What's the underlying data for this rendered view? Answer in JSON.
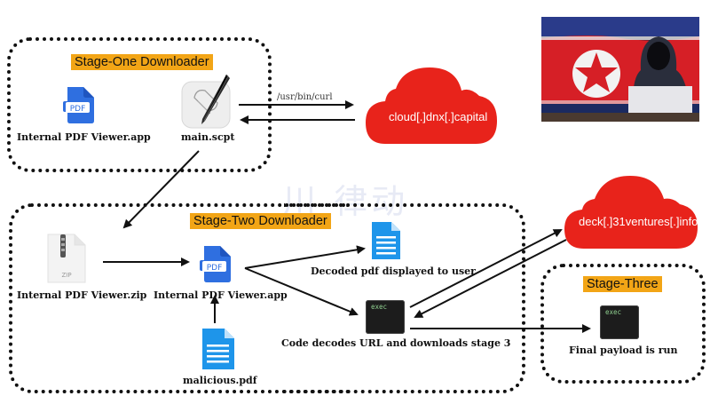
{
  "stages": {
    "one": {
      "title": "Stage-One Downloader"
    },
    "two": {
      "title": "Stage-Two Downloader"
    },
    "three": {
      "title": "Stage-Three"
    }
  },
  "nodes": {
    "pdf_viewer_app_1": {
      "label": "Internal PDF Viewer.app",
      "icon": "pdf-app-icon",
      "badge": "PDF"
    },
    "main_scpt": {
      "label": "main.scpt",
      "icon": "script-editor-icon"
    },
    "cloud_1": {
      "label": "cloud[.]dnx[.]capital",
      "icon": "cloud-icon"
    },
    "zip": {
      "label": "Internal PDF Viewer.zip",
      "icon": "zip-file-icon",
      "badge": "ZIP"
    },
    "pdf_viewer_app_2": {
      "label": "Internal PDF Viewer.app",
      "icon": "pdf-app-icon",
      "badge": "PDF"
    },
    "decoded_pdf": {
      "label": "Decoded pdf displayed to user",
      "icon": "document-icon"
    },
    "malicious_pdf": {
      "label": "malicious.pdf",
      "icon": "document-icon"
    },
    "exec_stage2": {
      "label": "Code decodes URL and downloads stage 3",
      "icon": "terminal-icon",
      "badge": "exec"
    },
    "cloud_2": {
      "label": "deck[.]31ventures[.]info",
      "icon": "cloud-icon"
    },
    "exec_stage3": {
      "label": "Final payload is run",
      "icon": "terminal-icon",
      "badge": "exec"
    }
  },
  "edges": {
    "curl_label": "/usr/bin/curl"
  },
  "colors": {
    "stage_title_bg": "#f2a516",
    "cloud": "#e8231b",
    "pdf_app_blue": "#2f6fe0",
    "document_blue": "#1e95ea",
    "terminal": "#1c1c1c"
  },
  "photo": {
    "description": "hooded figure at laptop in front of North Korean flag"
  },
  "watermark": {
    "text": "川 律动"
  }
}
